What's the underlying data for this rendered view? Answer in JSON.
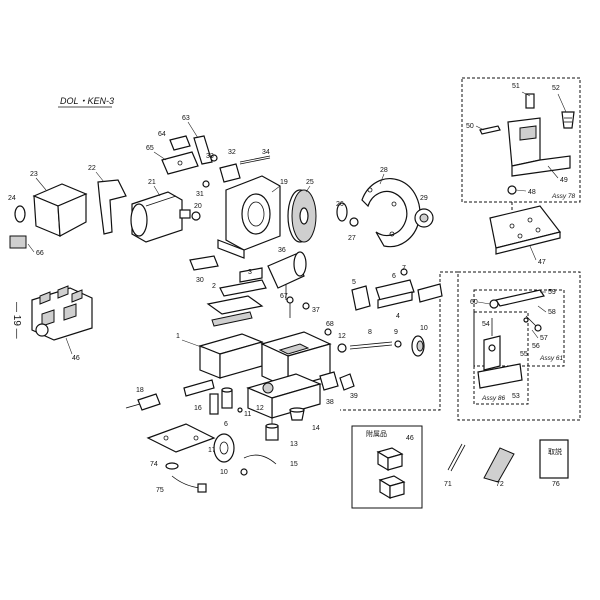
{
  "model_label": "DOL・KEN-3",
  "page_number": "— 19 —",
  "assembly_labels": {
    "assy78": "Assy 78",
    "assy61": "Assy 61",
    "assy86": "Assy 86"
  },
  "accessories_title": "附属品",
  "manual_label": "取説",
  "callouts": {
    "p1": "1",
    "p2": "2",
    "p3": "3",
    "p4": "4",
    "p5": "5",
    "p6": "6",
    "p7": "7",
    "p8": "8",
    "p9": "9",
    "p10": "10",
    "p11": "11",
    "p12": "12",
    "p13": "13",
    "p14": "14",
    "p15": "15",
    "p16": "16",
    "p17": "17",
    "p18": "18",
    "p19": "19",
    "p20": "20",
    "p21": "21",
    "p22": "22",
    "p23": "23",
    "p24": "24",
    "p25": "25",
    "p26": "26",
    "p27": "27",
    "p28": "28",
    "p29": "29",
    "p30": "30",
    "p31": "31",
    "p32": "32",
    "p33": "33",
    "p34": "34",
    "p36": "36",
    "p37": "37",
    "p38": "38",
    "p39": "39",
    "p46a": "46",
    "p46b": "46",
    "p47": "47",
    "p48": "48",
    "p49": "49",
    "p50": "50",
    "p51": "51",
    "p52": "52",
    "p53": "53",
    "p54": "54",
    "p55": "55",
    "p56": "56",
    "p57": "57",
    "p58": "58",
    "p59": "59",
    "p60": "60",
    "p63": "63",
    "p64": "64",
    "p65": "65",
    "p66": "66",
    "p67": "67",
    "p68": "68",
    "p71": "71",
    "p72": "72",
    "p74": "74",
    "p75": "75",
    "p76": "76"
  }
}
